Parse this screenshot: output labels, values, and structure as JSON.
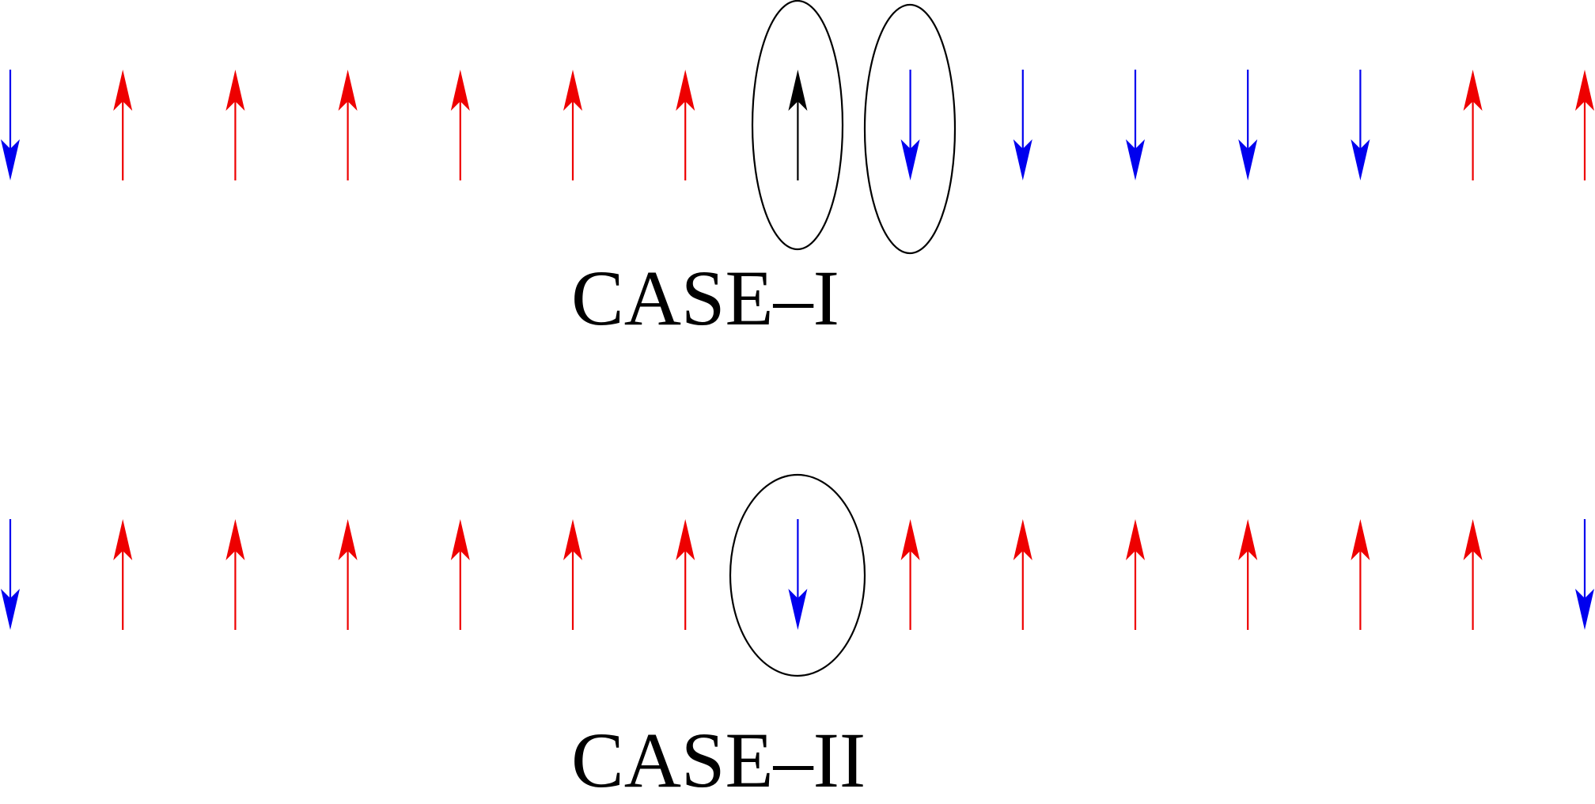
{
  "colors": {
    "up": "#ee0000",
    "down": "#0000ee",
    "highlight": "#000000",
    "circle": "#000000"
  },
  "diagram": {
    "rows": [
      {
        "label": "CASE–I",
        "spins": [
          "down",
          "up",
          "up",
          "up",
          "up",
          "up",
          "up",
          "up",
          "down",
          "down",
          "down",
          "down",
          "down",
          "up",
          "up"
        ],
        "spin_colors": [
          "down",
          "up",
          "up",
          "up",
          "up",
          "up",
          "up",
          "highlight",
          "down",
          "down",
          "down",
          "down",
          "down",
          "up",
          "up"
        ],
        "circled": [
          7,
          8
        ]
      },
      {
        "label": "CASE–II",
        "spins": [
          "down",
          "up",
          "up",
          "up",
          "up",
          "up",
          "up",
          "down",
          "up",
          "up",
          "up",
          "up",
          "up",
          "up",
          "down"
        ],
        "spin_colors": [
          "down",
          "up",
          "up",
          "up",
          "up",
          "up",
          "up",
          "down",
          "up",
          "up",
          "up",
          "up",
          "up",
          "up",
          "down"
        ],
        "circled": [
          7
        ]
      }
    ]
  }
}
